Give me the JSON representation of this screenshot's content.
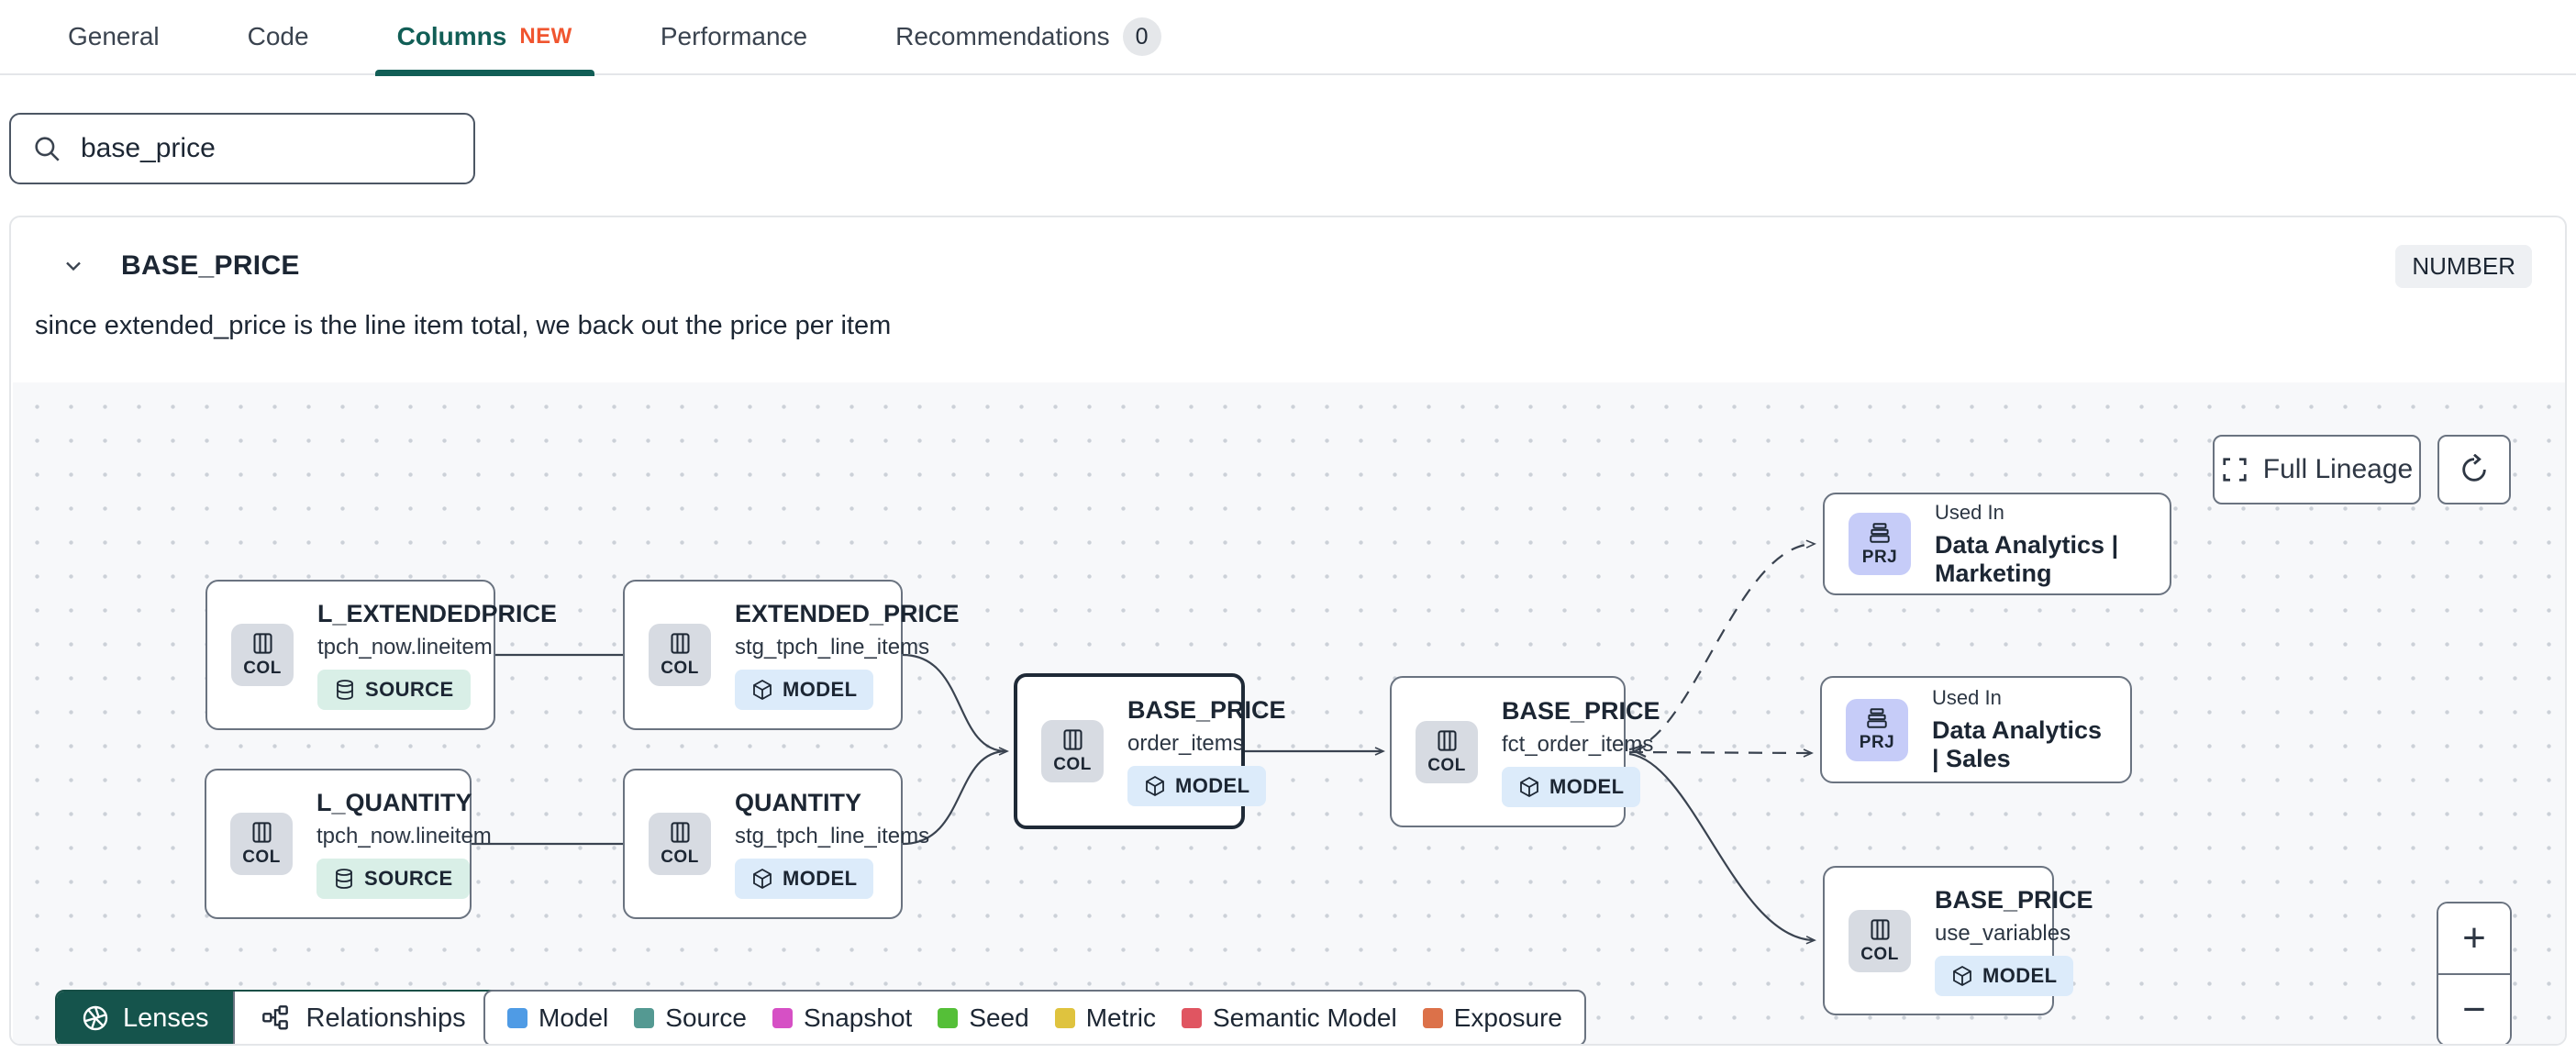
{
  "tabs": [
    {
      "label": "General"
    },
    {
      "label": "Code"
    },
    {
      "label": "Columns",
      "new_badge": "NEW"
    },
    {
      "label": "Performance"
    },
    {
      "label": "Recommendations",
      "count": "0"
    }
  ],
  "search": {
    "value": "base_price"
  },
  "panel": {
    "title": "BASE_PRICE",
    "type_badge": "NUMBER",
    "description": "since extended_price is the line item total, we back out the price per item"
  },
  "lineage": {
    "full_lineage_button": "Full Lineage",
    "zoom_in_label": "+",
    "zoom_out_label": "−",
    "lenses_label": "Lenses",
    "relationships_label": "Relationships",
    "legend": [
      {
        "label": "Model",
        "color": "#4f9be5"
      },
      {
        "label": "Source",
        "color": "#549992"
      },
      {
        "label": "Snapshot",
        "color": "#d650c5"
      },
      {
        "label": "Seed",
        "color": "#55bf38"
      },
      {
        "label": "Metric",
        "color": "#dfc33e"
      },
      {
        "label": "Semantic Model",
        "color": "#e05561"
      },
      {
        "label": "Exposure",
        "color": "#dc7149"
      }
    ],
    "nodes": [
      {
        "chip": "COL",
        "title": "L_EXTENDEDPRICE",
        "subtitle": "tpch_now.lineitem",
        "badge": "SOURCE"
      },
      {
        "chip": "COL",
        "title": "EXTENDED_PRICE",
        "subtitle": "stg_tpch_line_items",
        "badge": "MODEL"
      },
      {
        "chip": "COL",
        "title": "L_QUANTITY",
        "subtitle": "tpch_now.lineitem",
        "badge": "SOURCE"
      },
      {
        "chip": "COL",
        "title": "QUANTITY",
        "subtitle": "stg_tpch_line_items",
        "badge": "MODEL"
      },
      {
        "chip": "COL",
        "title": "BASE_PRICE",
        "subtitle": "order_items",
        "badge": "MODEL"
      },
      {
        "chip": "COL",
        "title": "BASE_PRICE",
        "subtitle": "fct_order_items",
        "badge": "MODEL"
      },
      {
        "chip": "PRJ",
        "label": "Used In",
        "title": "Data Analytics | Marketing"
      },
      {
        "chip": "PRJ",
        "label": "Used In",
        "title": "Data Analytics | Sales"
      },
      {
        "chip": "COL",
        "title": "BASE_PRICE",
        "subtitle": "use_variables",
        "badge": "MODEL"
      }
    ]
  }
}
